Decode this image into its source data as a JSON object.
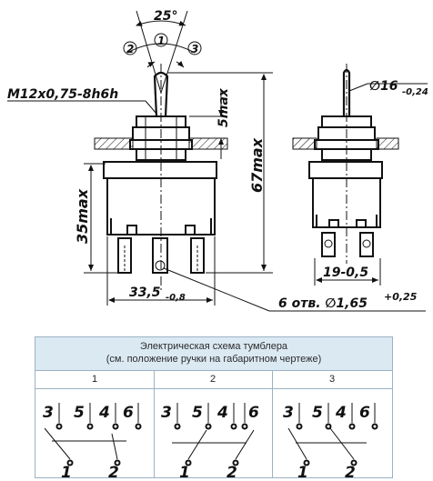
{
  "drawing": {
    "angle": "25°",
    "pos_center": "1",
    "pos_left": "2",
    "pos_right": "3",
    "thread": "M12x0,75-8h6h",
    "dim_5max": "5max",
    "dim_67max": "67max",
    "dim_35max": "35max",
    "dim_width_main": "33,5",
    "dim_width_tol": "-0,8",
    "dim_holes_prefix": "6 отв. ∅1,65",
    "dim_holes_tol": "+0,25",
    "dim_diam_main": "∅16",
    "dim_diam_tol": "-0,24",
    "dim_side": "19-0,5"
  },
  "table": {
    "title_line1": "Электрическая схема тумблера",
    "title_line2": "(см. положение ручки на габаритном чертеже)",
    "columns": [
      {
        "num": "1",
        "top_labels": [
          "3",
          "5",
          "4",
          "6"
        ],
        "bottom_labels": [
          "1",
          "2"
        ]
      },
      {
        "num": "2",
        "top_labels": [
          "3",
          "5",
          "4",
          "6"
        ],
        "bottom_labels": [
          "1",
          "2"
        ]
      },
      {
        "num": "3",
        "top_labels": [
          "3",
          "5",
          "4",
          "6"
        ],
        "bottom_labels": [
          "1",
          "2"
        ]
      }
    ]
  }
}
